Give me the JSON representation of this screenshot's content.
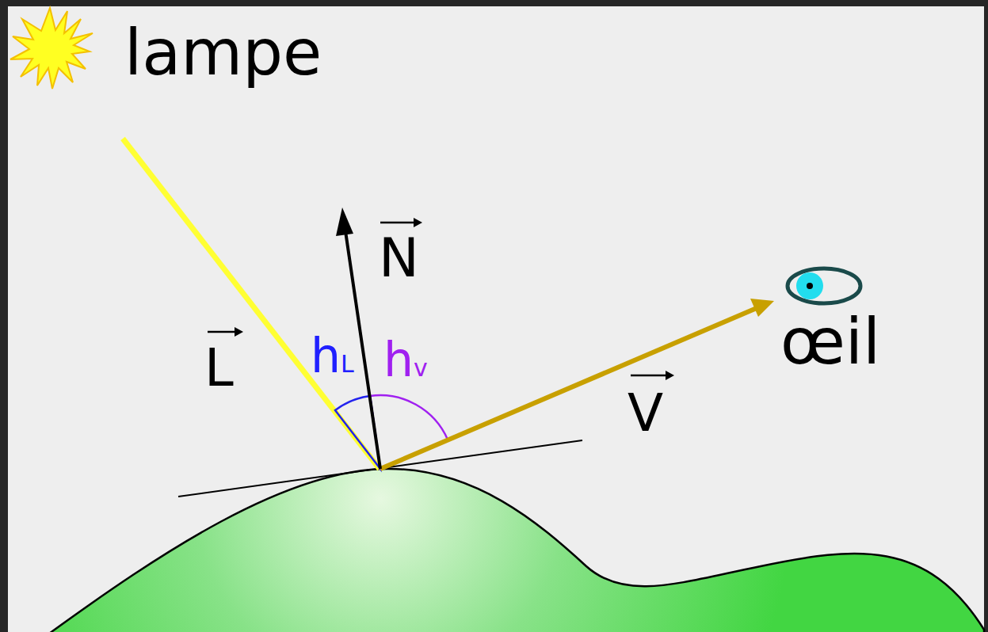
{
  "diagram": {
    "labels": [
      "lampe",
      "N",
      "L",
      "hL",
      "hv",
      "V",
      "œil"
    ]
  }
}
